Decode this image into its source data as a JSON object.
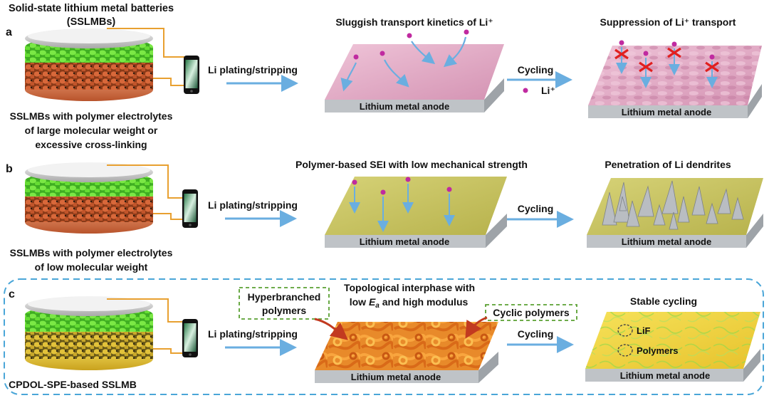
{
  "panel_a": {
    "letter": "a",
    "battery_title": [
      "Solid-state lithium metal batteries",
      "(SSLMBs)"
    ],
    "battery_caption": [
      "SSLMBs with polymer electrolytes",
      "of large molecular weight or",
      "excessive cross-linking"
    ],
    "arrow1_label": "Li plating/stripping",
    "state1_title": "Sluggish transport kinetics of Li⁺",
    "state1_base": "Lithium metal anode",
    "arrow2_label": "Cycling",
    "legend_label": "Li⁺",
    "state2_title": "Suppression of Li⁺ transport",
    "state2_base": "Lithium metal anode"
  },
  "panel_b": {
    "letter": "b",
    "battery_caption": [
      "SSLMBs with polymer electrolytes",
      "of low molecular weight"
    ],
    "arrow1_label": "Li plating/stripping",
    "state1_title": "Polymer-based SEI with low mechanical strength",
    "state1_base": "Lithium metal anode",
    "arrow2_label": "Cycling",
    "state2_title": "Penetration of Li dendrites",
    "state2_base": "Lithium metal anode"
  },
  "panel_c": {
    "letter": "c",
    "battery_caption": "CPDOL-SPE-based SSLMB",
    "arrow1_label": "Li plating/stripping",
    "state1_title_line1": "Topological interphase with",
    "state1_title_line2_pre": "low ",
    "state1_title_sym": "E",
    "state1_title_sub": "a",
    "state1_title_line2_post": " and high modulus",
    "callout_left": [
      "Hyperbranched",
      "polymers"
    ],
    "callout_right": "Cyclic polymers",
    "state1_base": "Lithium metal anode",
    "arrow2_label": "Cycling",
    "state2_title": "Stable cycling",
    "state2_label1": "LiF",
    "state2_label2": "Polymers",
    "state2_base": "Lithium metal anode"
  },
  "colors": {
    "li_ion": "#c02aa0",
    "arrow_blue": "#6aaee0",
    "cross_red": "#e02020",
    "wire_orange": "#e8a030",
    "pink_surface": "#e0aac4",
    "olive_surface": "#c9c460",
    "yellow_surface": "#efd540",
    "anode_grey": "#c8ccd0",
    "dashed_border": "#4aa6d8",
    "callout_green": "#5aa032",
    "electrolyte_green": "#66dd33",
    "copper": "#d06a3c",
    "gold": "#e6c22e"
  },
  "icons": [
    "phone-icon",
    "battery-stack-icon",
    "li-ion-dot-icon",
    "cross-icon"
  ]
}
